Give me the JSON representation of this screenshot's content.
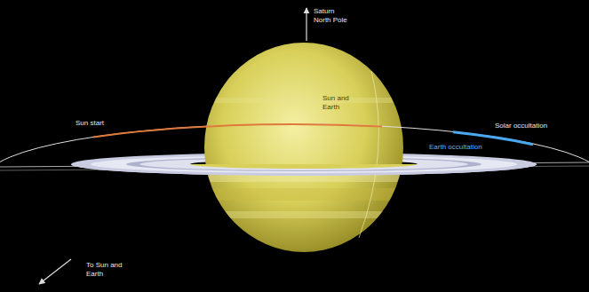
{
  "diagram": {
    "labels": [
      "Saturn North Pole",
      "Sun start",
      "Sun and Earth",
      "Solar occultation",
      "Earth occultation",
      "To Sun and Earth"
    ]
  }
}
